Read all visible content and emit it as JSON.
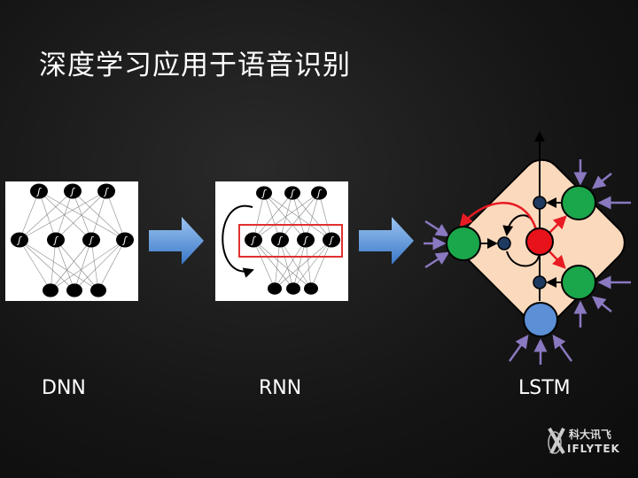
{
  "slide": {
    "title": "深度学习应用于语音识别",
    "labels": {
      "dnn": "DNN",
      "rnn": "RNN",
      "lstm": "LSTM"
    },
    "logo": {
      "cn": "科大讯飞",
      "en": "IFLYTEK"
    },
    "colors": {
      "arrow": "#4f8fd8",
      "lstm_bg": "#fbd9bd",
      "gate": "#1aa64a",
      "cell": "#e8121b",
      "input": "#5b8fd6",
      "recurrent": "#e81b23",
      "peephole": "#8a78c0"
    }
  }
}
